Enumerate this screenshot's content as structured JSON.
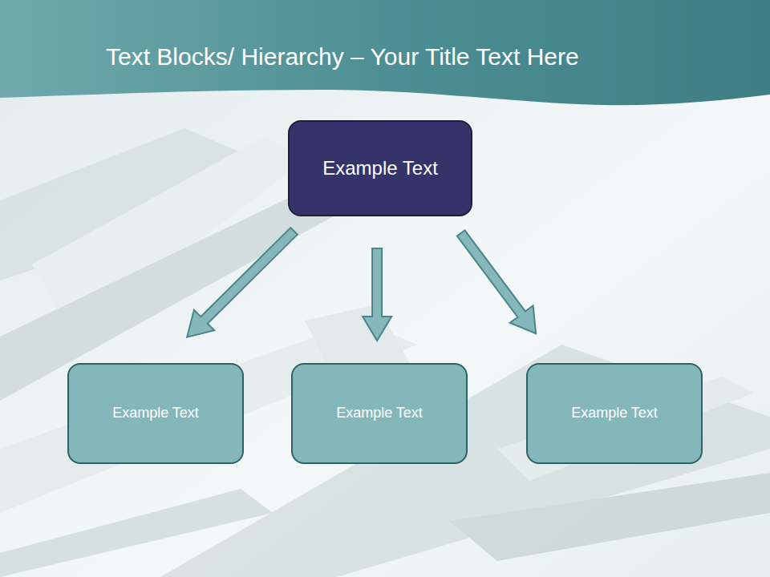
{
  "diagram": {
    "title": "Text Blocks/ Hierarchy – Your Title Text Here",
    "nodes": [
      {
        "text": [
          "Example Text"
        ]
      },
      {
        "text": [
          "Example Text"
        ]
      },
      {
        "text": [
          "Example Text"
        ]
      },
      {
        "text": [
          "Example Text"
        ]
      }
    ],
    "edges": [
      {
        "from": 0,
        "to": 1,
        "arrow": "to"
      },
      {
        "from": 0,
        "to": 2,
        "arrow": "to"
      },
      {
        "from": 0,
        "to": 3,
        "arrow": "to"
      }
    ]
  }
}
